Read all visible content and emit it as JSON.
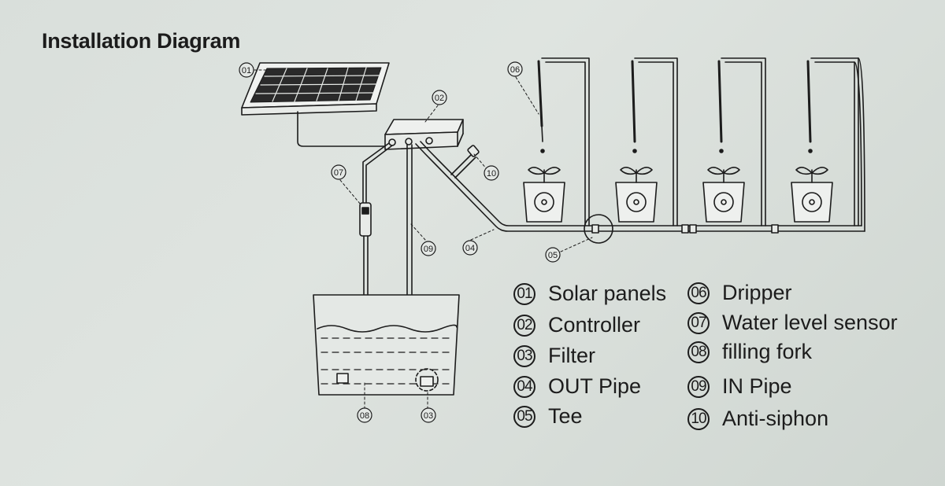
{
  "title": "Installation Diagram",
  "callouts": {
    "solar_panel": "01",
    "controller": "02",
    "filter": "03",
    "out_pipe": "04",
    "tee": "05",
    "dripper": "06",
    "water_level_sensor": "07",
    "filling_fork": "08",
    "in_pipe": "09",
    "anti_siphon": "10"
  },
  "legend": [
    {
      "num": "01",
      "label": "Solar panels"
    },
    {
      "num": "02",
      "label": "Controller"
    },
    {
      "num": "03",
      "label": "Filter"
    },
    {
      "num": "04",
      "label": "OUT Pipe"
    },
    {
      "num": "05",
      "label": "Tee"
    },
    {
      "num": "06",
      "label": "Dripper"
    },
    {
      "num": "07",
      "label": "Water level sensor"
    },
    {
      "num": "08",
      "label": "filling fork"
    },
    {
      "num": "09",
      "label": "IN Pipe"
    },
    {
      "num": "10",
      "label": "Anti-siphon"
    }
  ],
  "colors": {
    "background": "#d9dfdb",
    "ink": "#1c1c1c"
  }
}
